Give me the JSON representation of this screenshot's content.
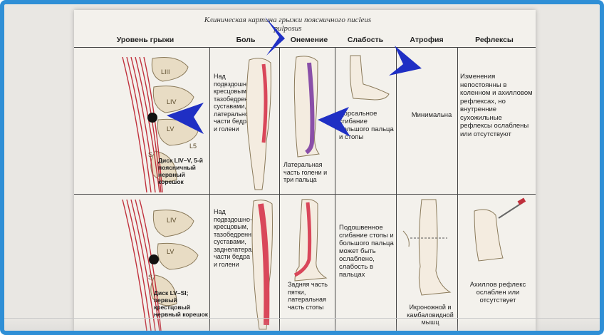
{
  "title": "Клиническая картина грыжи поясничного nucleus pulposus",
  "headers": {
    "level": "Уровень грыжи",
    "pain": "Боль",
    "numbness": "Онемение",
    "weakness": "Слабость",
    "atrophy": "Атрофия",
    "reflexes": "Рефлексы"
  },
  "row1": {
    "vertebra_labels": [
      "LIII",
      "LIV",
      "LV",
      "L5",
      "S"
    ],
    "level": "Диск LIV–V, 5-й поясничный нервный корешок",
    "pain": "Над подвздошно-кресцовым, тазобедренным суставами, латеральной части бедра и голени",
    "numbness": "Латеральная часть голени и три пальца",
    "weakness": "Дорсальное сгибание большого пальца и стопы",
    "atrophy": "Минимальна",
    "reflexes": "Изменения непостоянны в коленном и ахилловом рефлексах, но внутренние сухожильные рефлексы ослаблены или отсутствуют"
  },
  "row2": {
    "vertebra_labels": [
      "LIV",
      "LV",
      "S"
    ],
    "level": "Диск LV–SI; первый крестцовый нервный корешок",
    "pain": "Над подвздошно-кресцовым, тазобедренным суставами, заднелатеральной части бедра и голени",
    "numbness": "Задняя часть пятки, латеральная часть стопы",
    "weakness": "Подошвенное сгибание стопы и большого пальца может быть ослаблено, слабость в пальцах",
    "atrophy": "Икроножной и камбаловидной мышц",
    "reflexes": "Ахиллов рефлекс ослаблен или отсутствует"
  },
  "colors": {
    "frame": "#2f8fd6",
    "arrow": "#1f2fc4",
    "nerve": "#c0303c",
    "numb": "#8a4fa8",
    "pain_fill": "#d9475a"
  }
}
